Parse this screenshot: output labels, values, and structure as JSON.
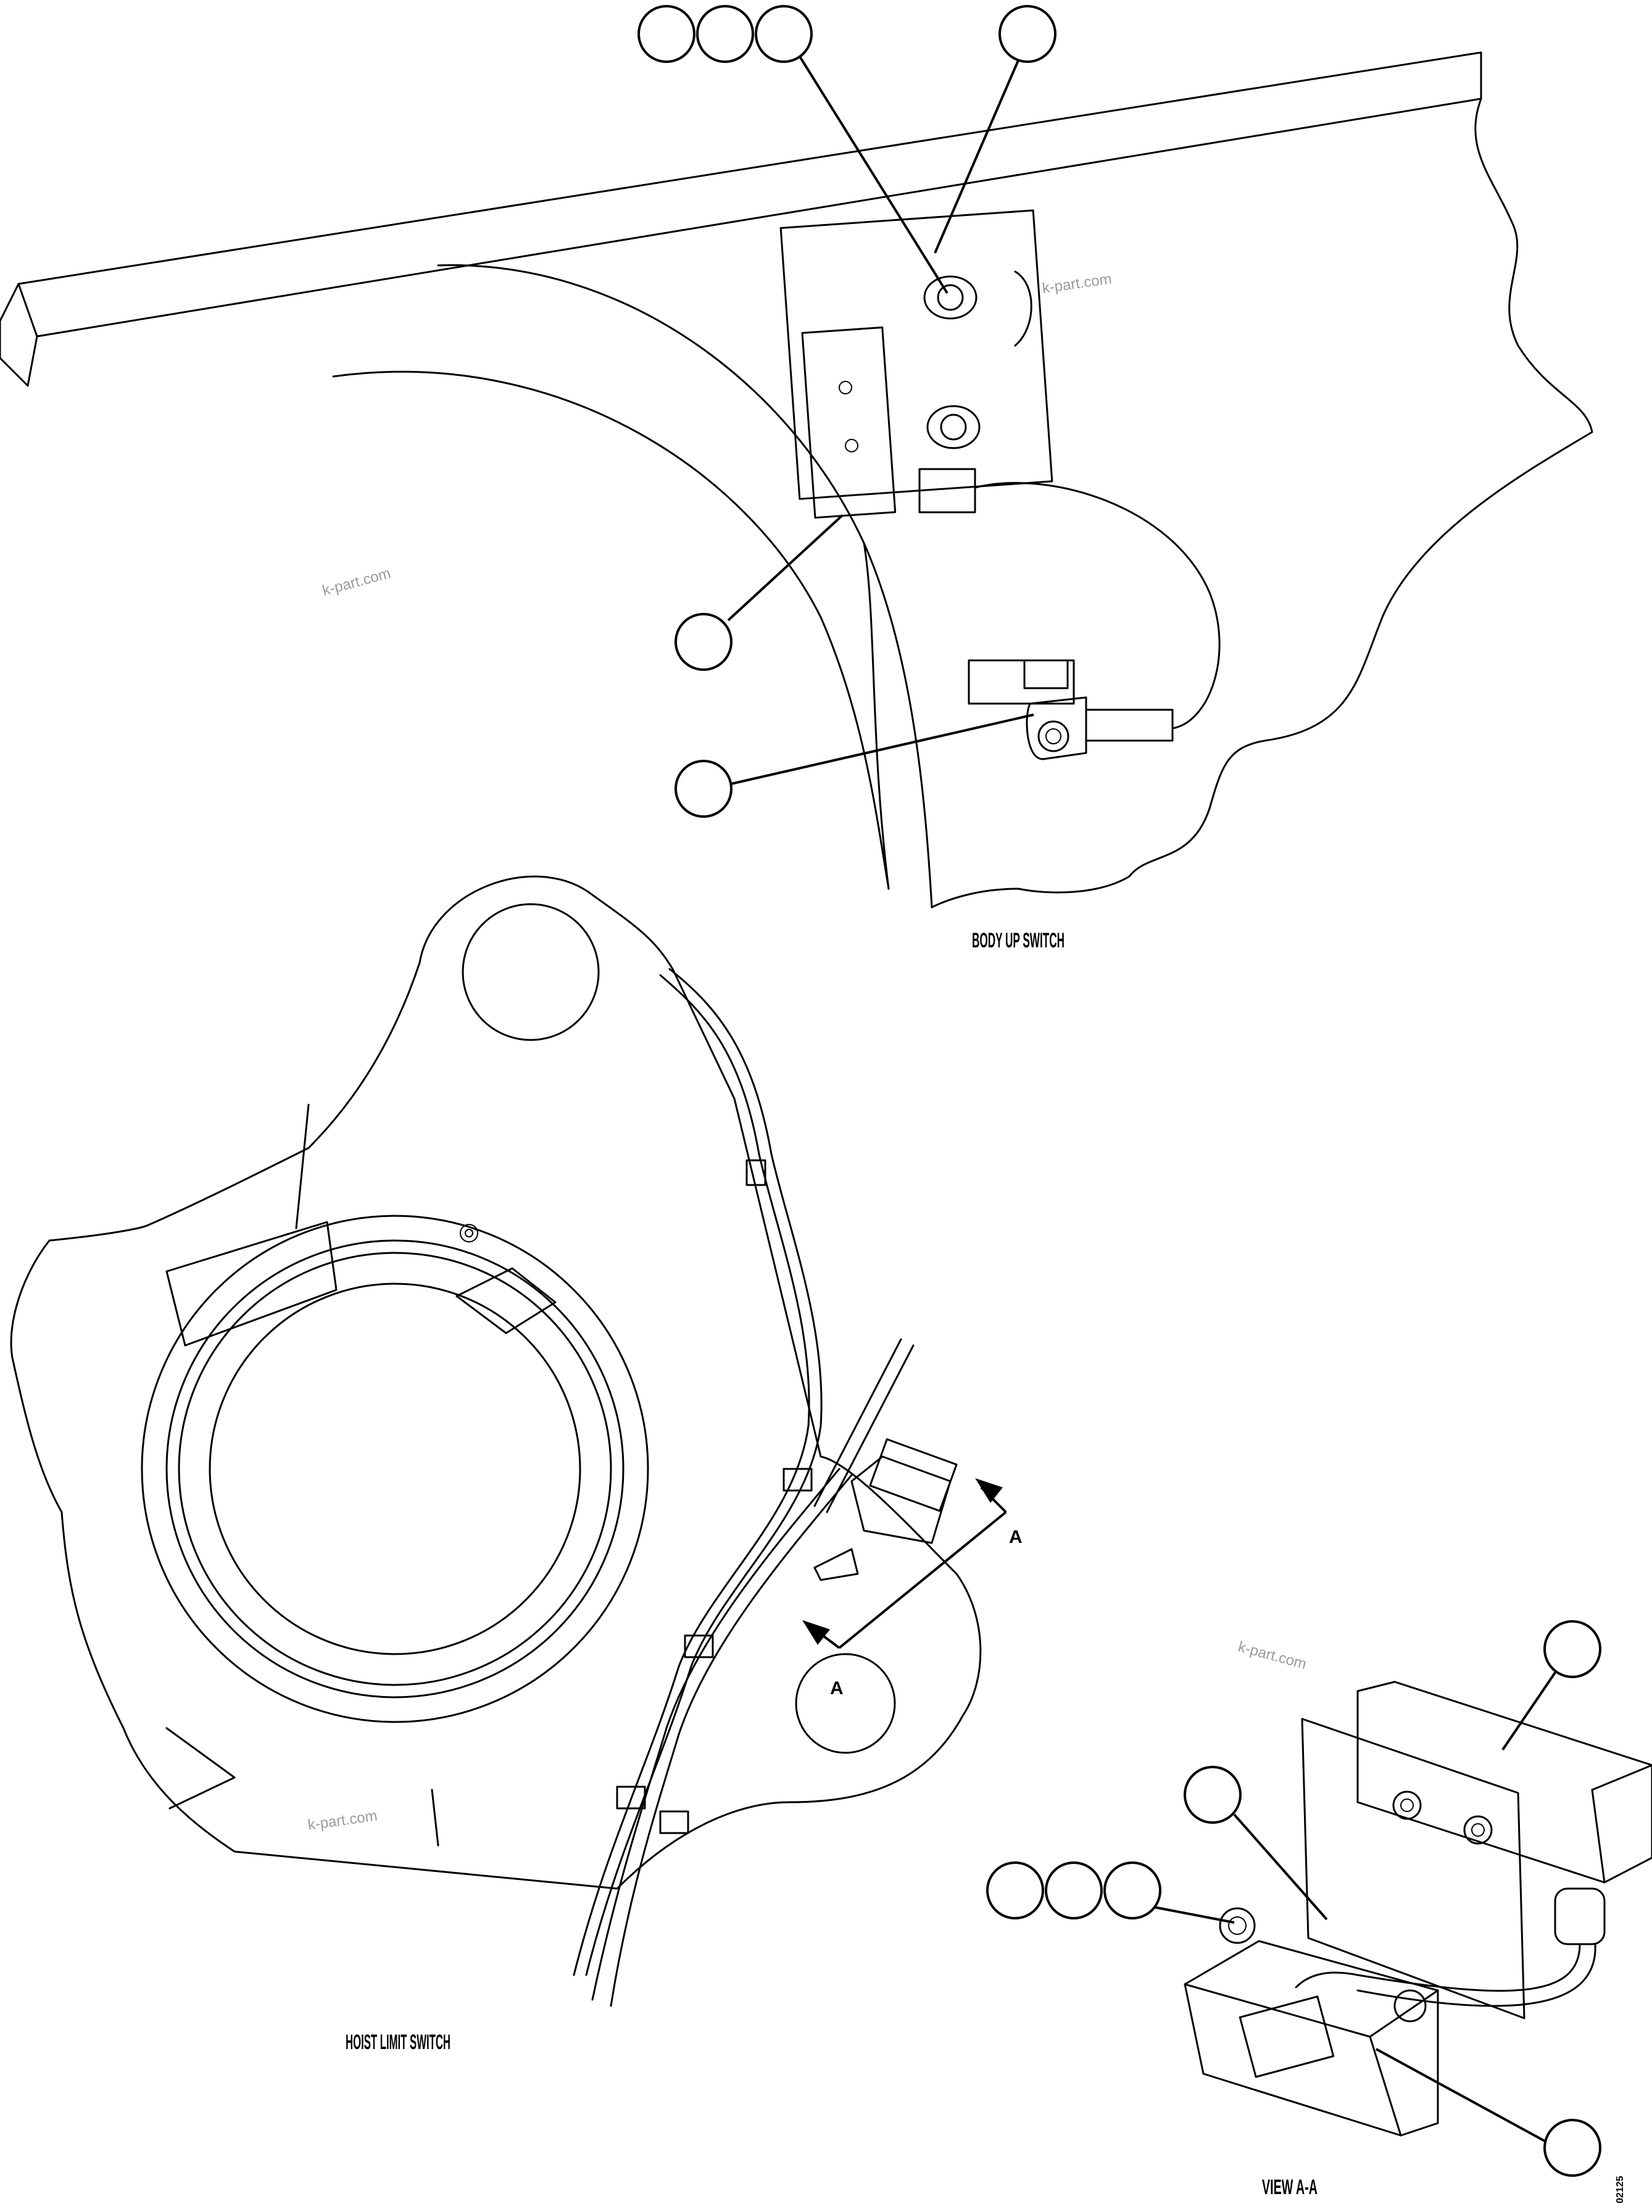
{
  "views": {
    "body_up_switch": {
      "title": "BODY UP SWITCH"
    },
    "hoist_limit_switch": {
      "title": "HOIST LIMIT SWITCH"
    },
    "view_aa": {
      "title": "VIEW A-A"
    }
  },
  "section_marks": {
    "arrow_upper": "A",
    "arrow_lower": "A"
  },
  "watermarks": [
    "k-part.com",
    "k-part.com",
    "k-part.com",
    "k-part.com"
  ],
  "drawing_number": "02125",
  "callout_bubble_count": 12
}
